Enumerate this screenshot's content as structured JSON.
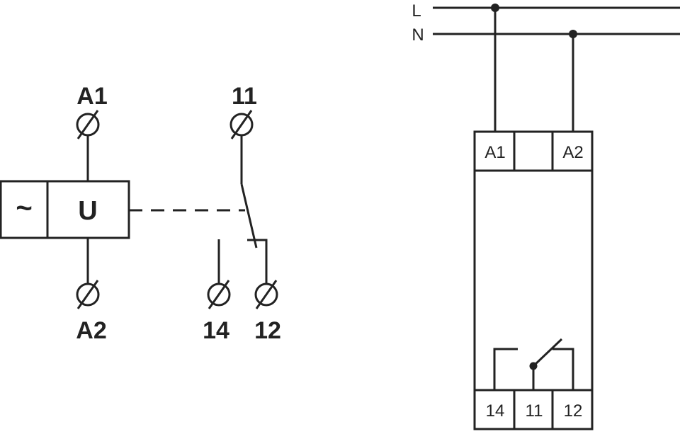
{
  "schematic": {
    "supply_symbol": "~",
    "function_symbol": "U",
    "terminals": {
      "a1": "A1",
      "a2": "A2",
      "t11": "11",
      "t14": "14",
      "t12": "12"
    }
  },
  "wiring": {
    "lines": {
      "l": "L",
      "n": "N"
    },
    "top_terminals": {
      "a1": "A1",
      "a2": "A2"
    },
    "bottom_terminals": {
      "t14": "14",
      "t11": "11",
      "t12": "12"
    }
  },
  "colors": {
    "line": "#222222",
    "background": "#ffffff"
  }
}
